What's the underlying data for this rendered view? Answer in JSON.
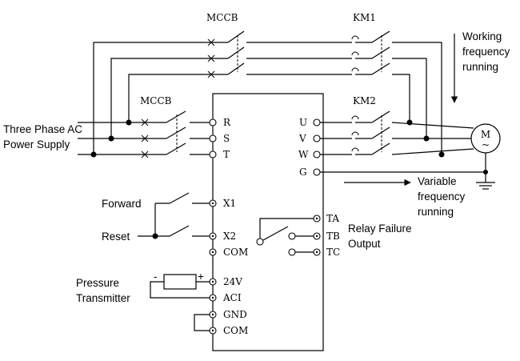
{
  "labels": {
    "mccb_top": "MCCB",
    "mccb_left": "MCCB",
    "km1": "KM1",
    "km2": "KM2",
    "power_line1": "Three Phase AC",
    "power_line2": "Power Supply",
    "working_line1": "Working",
    "working_line2": "frequency",
    "working_line3": "running",
    "variable_line1": "Variable",
    "variable_line2": "frequency",
    "variable_line3": "running",
    "relay_line1": "Relay Failure",
    "relay_line2": "Output",
    "forward": "Forward",
    "reset": "Reset",
    "pressure_line1": "Pressure",
    "pressure_line2": "Transmitter",
    "motor": "M",
    "motor_sub": "~",
    "minus": "-",
    "plus": "+"
  },
  "terminals_left": {
    "r": "R",
    "s": "S",
    "t": "T",
    "x1": "X1",
    "x2": "X2",
    "com1": "COM",
    "v24": "24V",
    "aci": "ACI",
    "gnd": "GND",
    "com2": "COM"
  },
  "terminals_right": {
    "u": "U",
    "v": "V",
    "w": "W",
    "g": "G",
    "ta": "TA",
    "tb": "TB",
    "tc": "TC"
  }
}
